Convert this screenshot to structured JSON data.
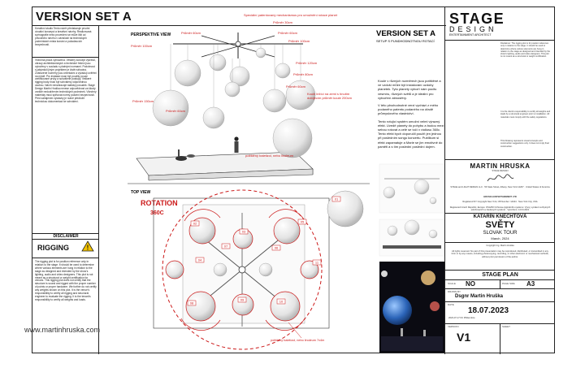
{
  "header": {
    "title": "VERSION SET A"
  },
  "left_column": {
    "para1": "Kreativní studio Tento návrh představuje prvotní vizuální koncepci a kreativní návrhy. Realizovaná scénografie nebo provedení se může lišit od původního návrhu v závislosti na technických podmínkách místa konání a požadavcích bezpečnosti.",
    "para2": "Všechna práva vyhrazena. Veškerý koncept výkresů, obrazy architektonických a technické řešení jsou vytvořeny v souladu s platnými normami. Podobnost s jakýmkoli jiným projektem je čistě náhodná. Zobrazené rozměry jsou orientační a vyžadují ověření na místě. Pro instalaci musí být použity pouze certifikované prvky a schválené postupy. Veškeré rigging body musí být schváleny odpovědnou osobou. Návrh nenahrazuje statický posudek. Stage Design Martin Hruška nenese odpovědnost za škody vzniklé nedodržením technických podmínek. Všechny materiály musí splňovat normy požární bezpečnosti. Před zahájením výstavby je nutné předložit technickou dokumentaci ke schválení.",
    "disclaimer_heading": "DISCLAIMER",
    "rigging": "RIGGING",
    "disclaimer_text": "The rigging plot is for position reference only in relation to the stage. It should be used to determine where various elements are hung in relation to the stage as designed and intended by the show's lighting, audio and video designers. This plot is not meant as a structural or weight certification for venues. This rigging plot does not certify that the structure is sound and rigged with the proper number of points or proper hardware. We further do not certify any weights shown on this plot. It is the venue's responsibility to certify all rigging and structural engineer to evaluate the rigging. It is the tenant's responsibility to certify all weights and loads."
  },
  "views": {
    "perspective_label": "PERSPEKTIVE VIEW",
    "top_label": "TOP VIEW",
    "rotation": "ROTATION",
    "rotation_deg": "360C"
  },
  "perspective_callouts": [
    "Speciální patentovaný mechanismus pro umožnění rotace planet",
    "Průměr 30cm",
    "Průměr 60cm",
    "Průměr 60cm",
    "Průměr 100cm",
    "Průměr 100cm",
    "Průměr 120cm",
    "Průměr 80cm",
    "Průměr 60cm",
    "Průměr 150cm",
    "Koule ležící na zemi s hnutím dobíjecím průměr koule 200cm",
    "Průměr 60cm",
    "potištěný baletizol, nebo linoleum"
  ],
  "top_callout": "potištěný baletizol, nebo linoleum 7x4m",
  "top_numbers": [
    "01",
    "02",
    "03",
    "04",
    "05",
    "06",
    "07",
    "08",
    "09",
    "10",
    "11"
  ],
  "version_block": {
    "title": "VERSION SET A",
    "subtitle": "SETUP S PUNDHODNOTNOU ROTACÍ",
    "para1": "Koule v různých rozměrech jsou potištěné a ve vzduší může být instalování ozdoby planetek. Tyto planety vytvoří nám pocitu vesmíru, různých světů a je ideální pro vytvoření atmosféry.",
    "para2": "V této plnohodnotné verzi vychází z mého podaného patentu podaného na úřadě průmyslového vlastnictví.",
    "para3": "Tento rotující systém umožní velmi výrazný efekt. Uvedě planety do pohybu a budou mezi sebou rotovat a celé se točí v rádiusu 360c. Tento efekt bych doporučil použít jen jednou při posledním songu koncertu. Publikum si efekt zapamatuje a Marie se jim emotivně do paměti a s tím poslední poslední dojem."
  },
  "right_column": {
    "logo_main": "STAGE",
    "logo_sub": "DESIGN",
    "logo_tag": "ENTERTAINMENT ARCHITECT",
    "note1": "Disclaimer: The rigging plot is for position reference only in relation to the stage. It should be used to determine where various elements are hung in relation to the stage as designed and intended by the show's lighting, audio and video designers. This plot is not meant as a structural or weight certification.",
    "note2": "It is the client's responsibility to certify all weights and loads by a structural engineer prior to installation. All materials must comply with fire safety regulations.",
    "note3": "This Drawing represents visual concepts and construction suggestions only. It does not imply final construction.",
    "maker_name": "MARTIN HRUSKA",
    "maker_sub": "STAGE DESIGN",
    "maker_addr": "STAGE and LIGHT DESIGN LLC · 56 State Street, Albany, New York 12207 · United States of America",
    "maker_reg": "HRUSKA ENTERTAINMENT LTD",
    "maker_reg2": "Registered NY Copyright New York, CB Number: 14344 · New York City, USA",
    "maker_reg3": "Registered Czech Republic, Europe: OSA/IDI Ochrana originálního systému: Vývoj, vynález nezbytných polohovacích a závěsných systémů · Vytvořeno: 14.04.2021",
    "client_l1": "KATARÍN KNECHTOVÁ",
    "client_l2": "SVĚTY",
    "tour": "SLOVAK TOUR",
    "date_small": "March, 2024",
    "copy1": "Copyright Ing. Martin Hruška",
    "copy2": "All rights reserved. No part of this presentation may be reproduced, distributed, or transmitted in any form or by any means, including photocopying, recording, or other electronic or mechanical methods, without prior permission of the author.",
    "plan_title": "STAGE PLAN",
    "scale_label": "SCALE",
    "scale_val": "NO",
    "size_label": "PAGE SIZE",
    "size_val": "A3",
    "drawn_label": "DRAWN BY",
    "drawn_val": "Dsgnr Martin Hruška",
    "date_label": "DATE",
    "date_val": "18.07.2023",
    "file_info": "2023-07-17 KK Přiklemšice",
    "version_label": "VERSION",
    "version_val": "V1",
    "sheet_label": "SHEET"
  },
  "footer": {
    "url": "www.martinhruska.com"
  },
  "colors": {
    "accent_red": "#cc1a1a",
    "line": "#222222"
  }
}
